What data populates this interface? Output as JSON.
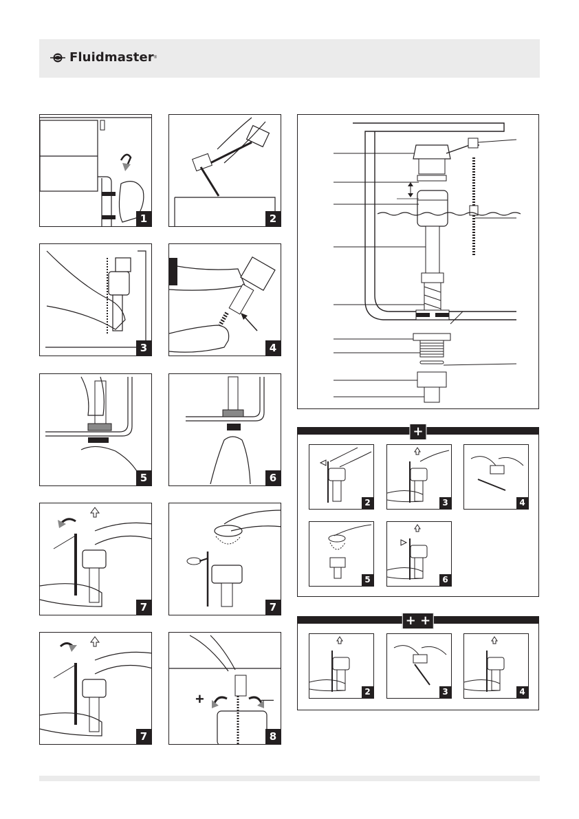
{
  "header": {
    "brand": "Fluidmaster",
    "brand_mark": "fluidmaster-logo-icon"
  },
  "steps": [
    {
      "label": "1"
    },
    {
      "label": "2"
    },
    {
      "label": "3"
    },
    {
      "label": "4"
    },
    {
      "label": "5"
    },
    {
      "label": "6"
    },
    {
      "label": "7"
    },
    {
      "label": "7"
    },
    {
      "label": "7"
    },
    {
      "label": "8"
    }
  ],
  "adjust_plus": {
    "sign": "+",
    "panels": [
      {
        "label": "2"
      },
      {
        "label": "3"
      },
      {
        "label": "4"
      },
      {
        "label": "5"
      },
      {
        "label": "6"
      }
    ]
  },
  "adjust_double_plus": {
    "sign": "+ +",
    "panels": [
      {
        "label": "2"
      },
      {
        "label": "3"
      },
      {
        "label": "4"
      }
    ]
  },
  "step8_signs": {
    "plus": "+",
    "minus": "—"
  }
}
